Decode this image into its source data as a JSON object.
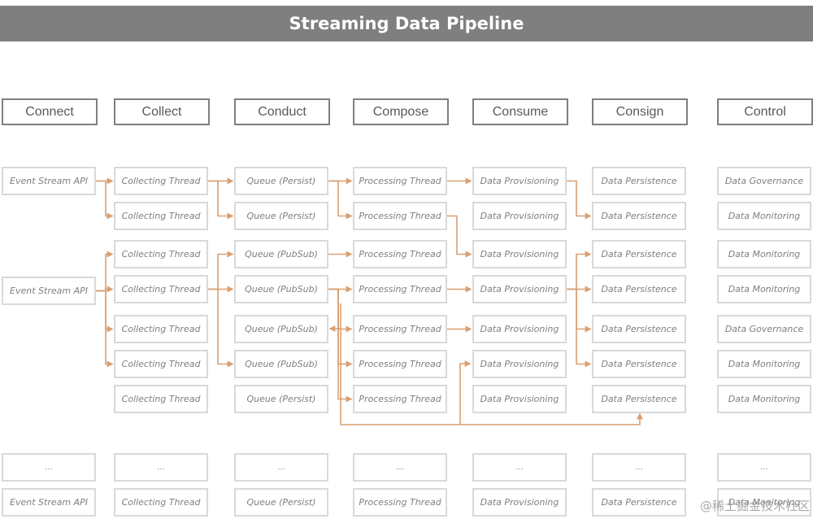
{
  "title": "Streaming Data Pipeline",
  "stages": [
    "Connect",
    "Collect",
    "Conduct",
    "Compose",
    "Consume",
    "Consign",
    "Control"
  ],
  "nodes": [
    {
      "col": 0,
      "row": 0,
      "label": "Event Stream API"
    },
    {
      "col": 0,
      "row": 2.5,
      "label": "Event Stream API"
    },
    {
      "col": 0,
      "row": 8,
      "label": "...",
      "placeholder": true
    },
    {
      "col": 0,
      "row": 9,
      "label": "Event Stream API"
    },
    {
      "col": 1,
      "row": 0,
      "label": "Collecting Thread"
    },
    {
      "col": 1,
      "row": 1,
      "label": "Collecting Thread"
    },
    {
      "col": 1,
      "row": 2,
      "label": "Collecting Thread"
    },
    {
      "col": 1,
      "row": 3,
      "label": "Collecting Thread"
    },
    {
      "col": 1,
      "row": 4,
      "label": "Collecting Thread"
    },
    {
      "col": 1,
      "row": 5,
      "label": "Collecting Thread"
    },
    {
      "col": 1,
      "row": 6,
      "label": "Collecting Thread"
    },
    {
      "col": 1,
      "row": 8,
      "label": "...",
      "placeholder": true
    },
    {
      "col": 1,
      "row": 9,
      "label": "Collecting Thread"
    },
    {
      "col": 2,
      "row": 0,
      "label": "Queue (Persist)"
    },
    {
      "col": 2,
      "row": 1,
      "label": "Queue (Persist)"
    },
    {
      "col": 2,
      "row": 2,
      "label": "Queue (PubSub)"
    },
    {
      "col": 2,
      "row": 3,
      "label": "Queue (PubSub)"
    },
    {
      "col": 2,
      "row": 4,
      "label": "Queue (PubSub)"
    },
    {
      "col": 2,
      "row": 5,
      "label": "Queue (PubSub)"
    },
    {
      "col": 2,
      "row": 6,
      "label": "Queue (Persist)"
    },
    {
      "col": 2,
      "row": 8,
      "label": "...",
      "placeholder": true
    },
    {
      "col": 2,
      "row": 9,
      "label": "Queue (Persist)"
    },
    {
      "col": 3,
      "row": 0,
      "label": "Processing Thread"
    },
    {
      "col": 3,
      "row": 1,
      "label": "Processing Thread"
    },
    {
      "col": 3,
      "row": 2,
      "label": "Processing Thread"
    },
    {
      "col": 3,
      "row": 3,
      "label": "Processing Thread"
    },
    {
      "col": 3,
      "row": 4,
      "label": "Processing Thread"
    },
    {
      "col": 3,
      "row": 5,
      "label": "Processing Thread"
    },
    {
      "col": 3,
      "row": 6,
      "label": "Processing Thread"
    },
    {
      "col": 3,
      "row": 8,
      "label": "...",
      "placeholder": true
    },
    {
      "col": 3,
      "row": 9,
      "label": "Processing Thread"
    },
    {
      "col": 4,
      "row": 0,
      "label": "Data Provisioning"
    },
    {
      "col": 4,
      "row": 1,
      "label": "Data Provisioning"
    },
    {
      "col": 4,
      "row": 2,
      "label": "Data Provisioning"
    },
    {
      "col": 4,
      "row": 3,
      "label": "Data Provisioning"
    },
    {
      "col": 4,
      "row": 4,
      "label": "Data Provisioning"
    },
    {
      "col": 4,
      "row": 5,
      "label": "Data Provisioning"
    },
    {
      "col": 4,
      "row": 6,
      "label": "Data Provisioning"
    },
    {
      "col": 4,
      "row": 8,
      "label": "...",
      "placeholder": true
    },
    {
      "col": 4,
      "row": 9,
      "label": "Data Provisioning"
    },
    {
      "col": 5,
      "row": 0,
      "label": "Data Persistence"
    },
    {
      "col": 5,
      "row": 1,
      "label": "Data Persistence"
    },
    {
      "col": 5,
      "row": 2,
      "label": "Data Persistence"
    },
    {
      "col": 5,
      "row": 3,
      "label": "Data Persistence"
    },
    {
      "col": 5,
      "row": 4,
      "label": "Data Persistence"
    },
    {
      "col": 5,
      "row": 5,
      "label": "Data Persistence"
    },
    {
      "col": 5,
      "row": 6,
      "label": "Data Persistence"
    },
    {
      "col": 5,
      "row": 8,
      "label": "...",
      "placeholder": true
    },
    {
      "col": 5,
      "row": 9,
      "label": "Data Persistence"
    },
    {
      "col": 6,
      "row": 0,
      "label": "Data Governance"
    },
    {
      "col": 6,
      "row": 1,
      "label": "Data Monitoring"
    },
    {
      "col": 6,
      "row": 2,
      "label": "Data Monitoring"
    },
    {
      "col": 6,
      "row": 3,
      "label": "Data Monitoring"
    },
    {
      "col": 6,
      "row": 4,
      "label": "Data Governance"
    },
    {
      "col": 6,
      "row": 5,
      "label": "Data Monitoring"
    },
    {
      "col": 6,
      "row": 6,
      "label": "Data Monitoring"
    },
    {
      "col": 6,
      "row": 8,
      "label": "...",
      "placeholder": true
    },
    {
      "col": 6,
      "row": 9,
      "label": "Data Monitoring"
    }
  ],
  "edges": [
    {
      "from": [
        0,
        0
      ],
      "to": [
        1,
        0
      ]
    },
    {
      "from": [
        0,
        0
      ],
      "to": [
        1,
        1
      ]
    },
    {
      "from": [
        0,
        2.5
      ],
      "to": [
        1,
        2
      ]
    },
    {
      "from": [
        0,
        2.5
      ],
      "to": [
        1,
        3
      ]
    },
    {
      "from": [
        0,
        2.5
      ],
      "to": [
        1,
        4
      ]
    },
    {
      "from": [
        0,
        2.5
      ],
      "to": [
        1,
        5
      ]
    },
    {
      "from": [
        1,
        0
      ],
      "to": [
        2,
        0
      ]
    },
    {
      "from": [
        1,
        0
      ],
      "to": [
        2,
        1
      ]
    },
    {
      "from": [
        1,
        3
      ],
      "to": [
        2,
        2
      ]
    },
    {
      "from": [
        1,
        3
      ],
      "to": [
        2,
        3
      ]
    },
    {
      "from": [
        1,
        3
      ],
      "to": [
        2,
        5
      ]
    },
    {
      "from": [
        2,
        0
      ],
      "to": [
        3,
        0
      ]
    },
    {
      "from": [
        2,
        0
      ],
      "to": [
        3,
        1
      ]
    },
    {
      "from": [
        2,
        2
      ],
      "to": [
        3,
        2
      ]
    },
    {
      "from": [
        2,
        3
      ],
      "to": [
        3,
        3
      ]
    },
    {
      "from": [
        2,
        3
      ],
      "to": [
        3,
        4
      ]
    },
    {
      "from": [
        2,
        3
      ],
      "to": [
        3,
        5
      ]
    },
    {
      "from": [
        2,
        3
      ],
      "to": [
        3,
        6
      ]
    },
    {
      "from": [
        3,
        0
      ],
      "to": [
        4,
        0
      ]
    },
    {
      "from": [
        3,
        1
      ],
      "to": [
        4,
        2
      ]
    },
    {
      "from": [
        3,
        3
      ],
      "to": [
        4,
        3
      ]
    },
    {
      "from": [
        3,
        4
      ],
      "to": [
        4,
        4
      ]
    },
    {
      "from": [
        4,
        0
      ],
      "to": [
        5,
        1
      ]
    },
    {
      "from": [
        4,
        3
      ],
      "to": [
        5,
        2
      ]
    },
    {
      "from": [
        4,
        3
      ],
      "to": [
        5,
        3
      ]
    },
    {
      "from": [
        4,
        3
      ],
      "to": [
        5,
        4
      ]
    },
    {
      "from": [
        4,
        3
      ],
      "to": [
        5,
        5
      ]
    }
  ],
  "watermark": "@稀土掘金技术社区"
}
